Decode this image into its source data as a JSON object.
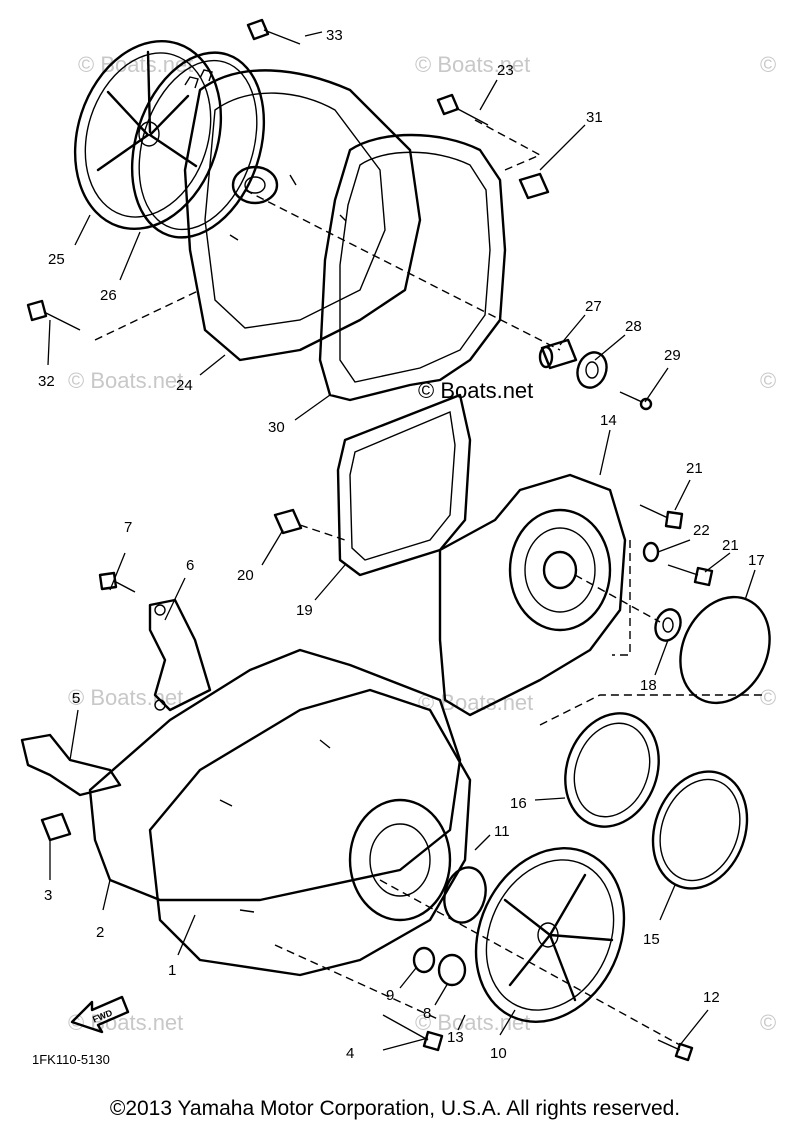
{
  "diagram": {
    "callouts": [
      "1",
      "2",
      "3",
      "4",
      "5",
      "6",
      "7",
      "8",
      "9",
      "10",
      "11",
      "12",
      "13",
      "14",
      "15",
      "16",
      "17",
      "18",
      "19",
      "20",
      "21",
      "21",
      "22",
      "23",
      "24",
      "25",
      "26",
      "27",
      "28",
      "29",
      "30",
      "31",
      "32",
      "33"
    ],
    "watermarks": [
      "© Boats.net",
      "© Boats.net",
      "© Boats.net",
      "© Boats.net",
      "© Boats.net",
      "© Boats.net",
      "© Boats.net",
      "©",
      "©",
      "©",
      "©"
    ],
    "center_watermark": "© Boats.net",
    "part_code": "1FK110-5130",
    "fwd_arrow": "FWD",
    "copyright": "©2013 Yamaha Motor Corporation, U.S.A. All rights reserved."
  }
}
